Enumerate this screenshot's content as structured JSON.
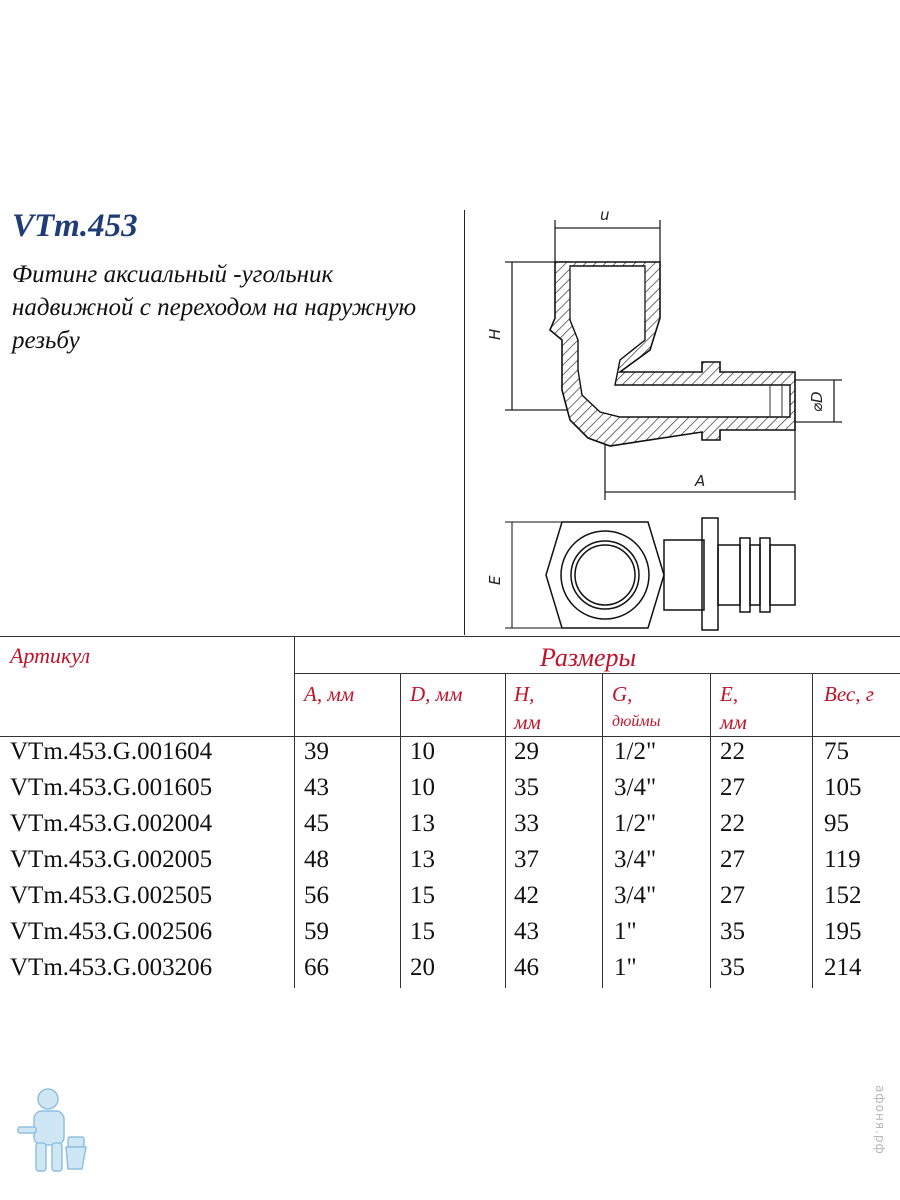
{
  "product": {
    "code": "VTm.453",
    "description": "Фитинг аксиальный -угольник надвижной с переходом на наружную резьбу"
  },
  "drawing": {
    "dim_labels": {
      "u": "u",
      "H": "H",
      "D": "⌀D",
      "A": "A",
      "E": "E"
    }
  },
  "table": {
    "header_article": "Артикул",
    "header_sizes": "Размеры",
    "columns": [
      {
        "name": "A,",
        "unit": "мм",
        "inline": true
      },
      {
        "name": "D,",
        "unit": "мм",
        "inline": true
      },
      {
        "name": "H,",
        "unit": "мм",
        "inline": false
      },
      {
        "name": "G,",
        "unit": "дюймы",
        "inline": false
      },
      {
        "name": "E,",
        "unit": "мм",
        "inline": false
      },
      {
        "name": "Вес,",
        "unit": "г",
        "inline": true
      }
    ],
    "rows": [
      {
        "article": "VTm.453.G.001604",
        "A": "39",
        "D": "10",
        "H": "29",
        "G": "1/2\"",
        "E": "22",
        "weight": "75"
      },
      {
        "article": "VTm.453.G.001605",
        "A": "43",
        "D": "10",
        "H": "35",
        "G": "3/4\"",
        "E": "27",
        "weight": "105"
      },
      {
        "article": "VTm.453.G.002004",
        "A": "45",
        "D": "13",
        "H": "33",
        "G": "1/2\"",
        "E": "22",
        "weight": "95"
      },
      {
        "article": "VTm.453.G.002005",
        "A": "48",
        "D": "13",
        "H": "37",
        "G": "3/4\"",
        "E": "27",
        "weight": "119"
      },
      {
        "article": "VTm.453.G.002505",
        "A": "56",
        "D": "15",
        "H": "42",
        "G": "3/4\"",
        "E": "27",
        "weight": "152"
      },
      {
        "article": "VTm.453.G.002506",
        "A": "59",
        "D": "15",
        "H": "43",
        "G": "1\"",
        "E": "35",
        "weight": "195"
      },
      {
        "article": "VTm.453.G.003206",
        "A": "66",
        "D": "20",
        "H": "46",
        "G": "1\"",
        "E": "35",
        "weight": "214"
      }
    ]
  },
  "watermark": "афоня.рф"
}
